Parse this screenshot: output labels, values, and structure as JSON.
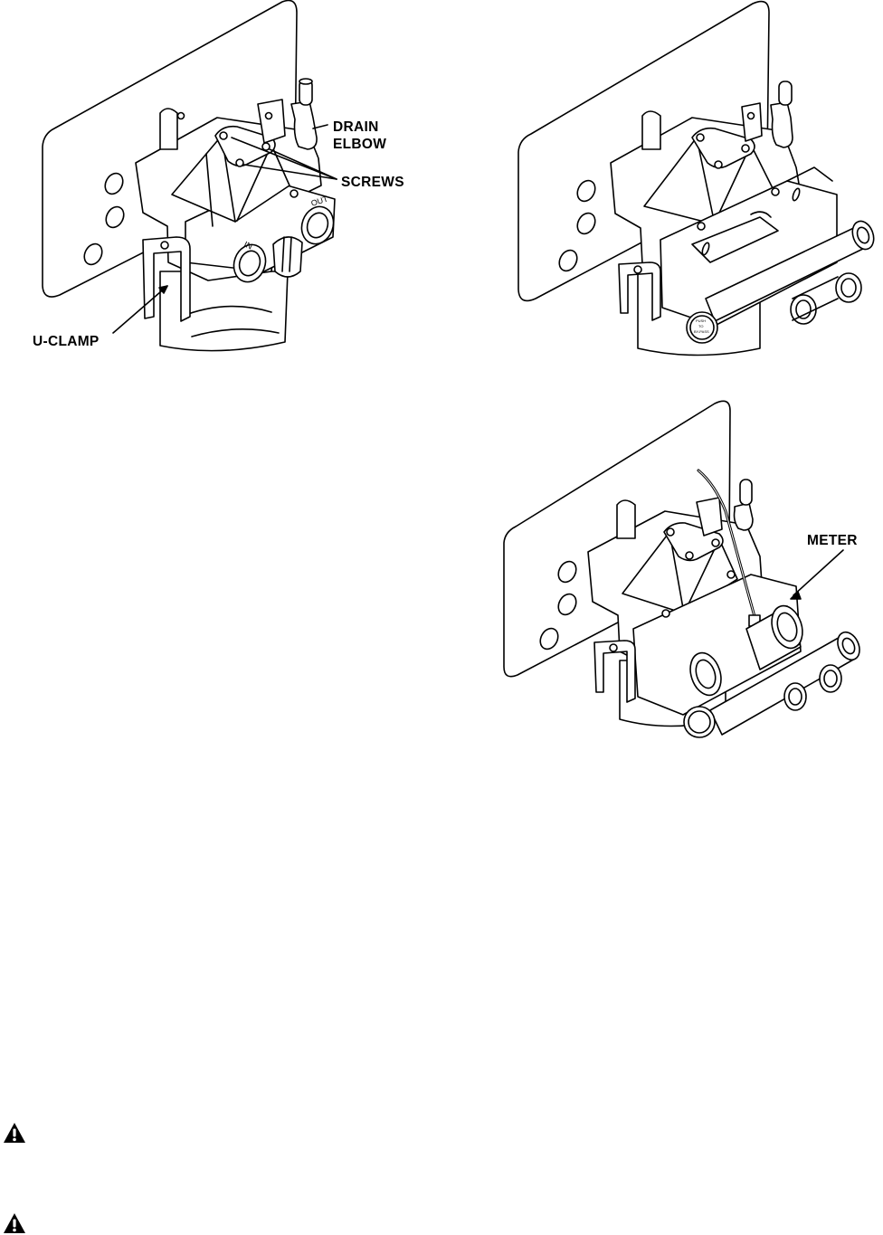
{
  "figure_left": {
    "labels": {
      "drain": "DRAIN",
      "elbow": "ELBOW",
      "screws": "SCREWS",
      "u_clamp": "U-CLAMP"
    },
    "port_in": "IN",
    "port_out": "OUT"
  },
  "figure_right_top": {
    "knob_text": [
      "PUSH",
      "TO",
      "BY-PASS"
    ]
  },
  "figure_right_bottom": {
    "labels": {
      "meter": "METER"
    }
  },
  "icons": [
    "warning-triangle-icon",
    "warning-triangle-icon"
  ]
}
